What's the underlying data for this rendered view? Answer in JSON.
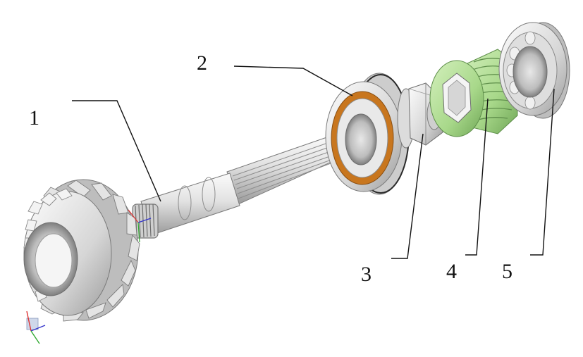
{
  "diagram": {
    "callouts": [
      {
        "id": "1",
        "label": "1",
        "part": "gear-shaft"
      },
      {
        "id": "2",
        "label": "2",
        "part": "bearing-with-seal"
      },
      {
        "id": "3",
        "label": "3",
        "part": "hex-nut"
      },
      {
        "id": "4",
        "label": "4",
        "part": "threaded-bushing"
      },
      {
        "id": "5",
        "label": "5",
        "part": "ball-bearing"
      }
    ],
    "colors": {
      "metal_light": "#f2f2f2",
      "metal_mid": "#c8c8c8",
      "metal_dark": "#8a8a8a",
      "seal_orange": "#c8761e",
      "bushing_green": "#a8d88a",
      "bushing_green_dark": "#6fa656",
      "leader_line": "#111111"
    },
    "triad_axes": [
      "X",
      "Y",
      "Z"
    ]
  }
}
